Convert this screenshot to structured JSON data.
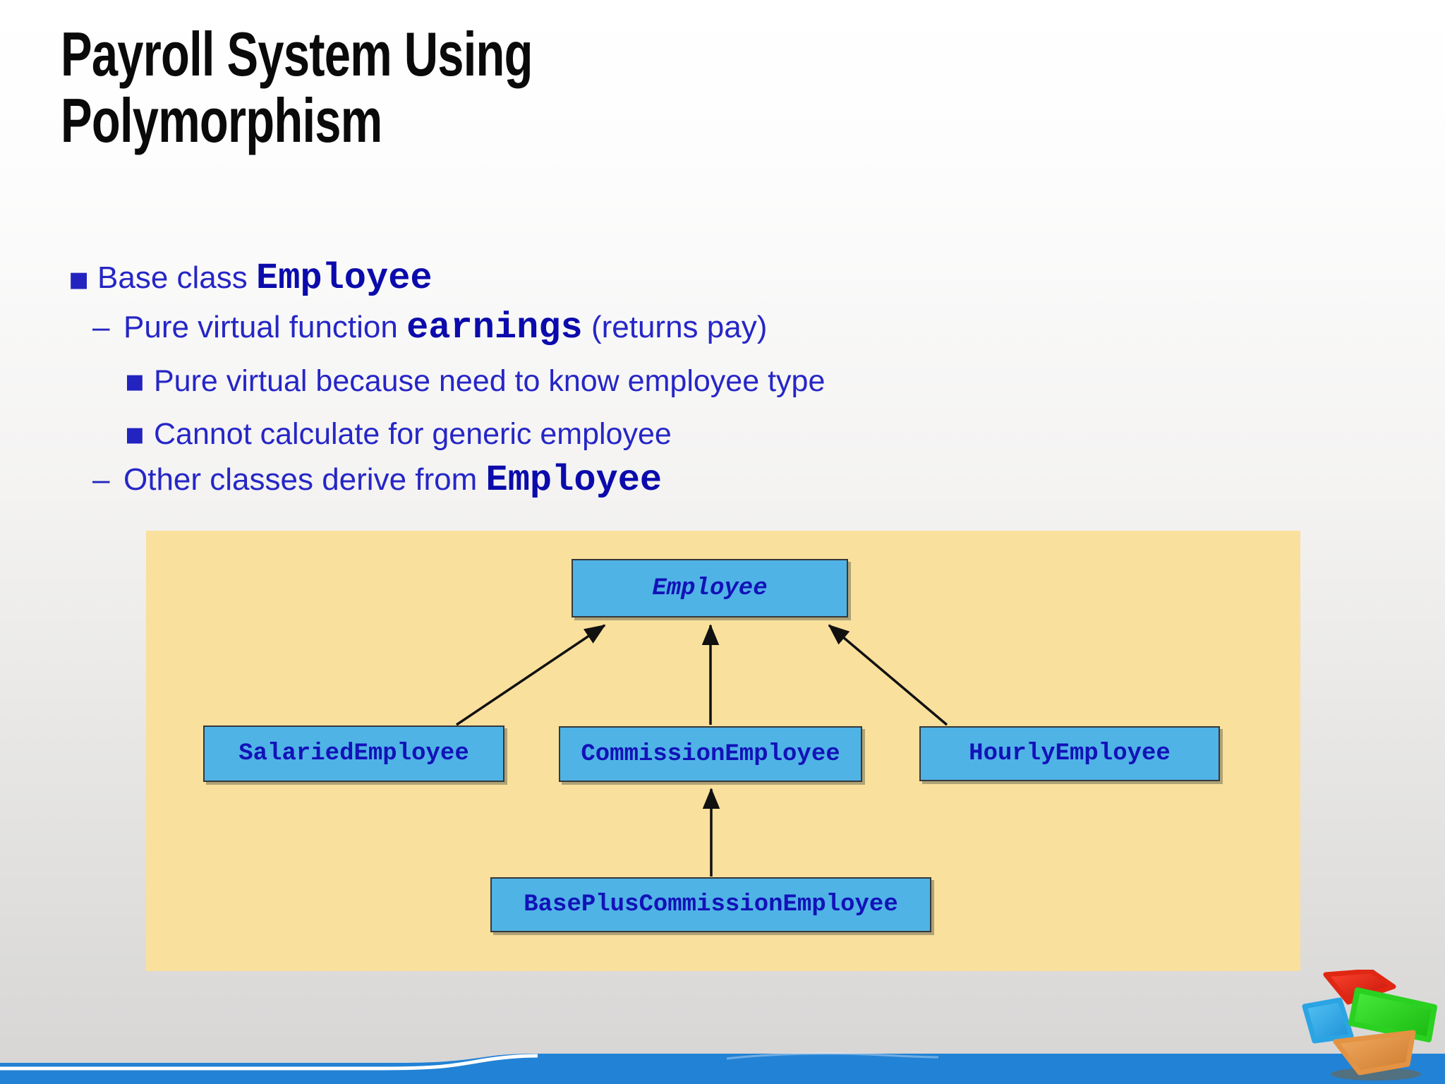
{
  "slide": {
    "title": {
      "line1": "Payroll System Using",
      "line2": "Polymorphism"
    },
    "bullets": [
      {
        "level": 1,
        "marker": "▪",
        "pre": "Base class ",
        "code": "Employee",
        "post": ""
      },
      {
        "level": 2,
        "marker": "–",
        "pre": "Pure virtual function ",
        "code": "earnings",
        "post": " (returns pay)"
      },
      {
        "level": 3,
        "marker": "▪",
        "pre": "Pure virtual because need to know employee type",
        "code": "",
        "post": ""
      },
      {
        "level": 3,
        "marker": "▪",
        "pre": "Cannot calculate for generic employee",
        "code": "",
        "post": ""
      },
      {
        "level": 2,
        "marker": "–",
        "pre": "Other classes derive from ",
        "code": "Employee",
        "post": ""
      }
    ]
  },
  "diagram": {
    "nodes": [
      {
        "label": "Employee",
        "italic": true
      },
      {
        "label": "SalariedEmployee"
      },
      {
        "label": "CommissionEmployee"
      },
      {
        "label": "HourlyEmployee"
      },
      {
        "label": "BasePlusCommissionEmployee"
      }
    ],
    "edges": [
      {
        "from": "SalariedEmployee",
        "to": "Employee"
      },
      {
        "from": "CommissionEmployee",
        "to": "Employee"
      },
      {
        "from": "HourlyEmployee",
        "to": "Employee"
      },
      {
        "from": "BasePlusCommissionEmployee",
        "to": "CommissionEmployee"
      }
    ],
    "colors": {
      "panel": "#f9e09c",
      "node_fill": "#4fb3e6",
      "node_border": "#383838",
      "node_text": "#1212b8",
      "arrow": "#111111"
    }
  },
  "text_colors": {
    "title": "#0a0a0a",
    "body": "#2626c6",
    "code": "#0b0bac"
  },
  "footer": {
    "bar_color": "#2282d5",
    "stripe_color": "#ffffff"
  },
  "logo": {
    "name": "colored-cube-logo",
    "colors": {
      "red": "#e3301c",
      "green": "#35d62a",
      "blue": "#35aeec",
      "orange": "#e9994a"
    }
  }
}
